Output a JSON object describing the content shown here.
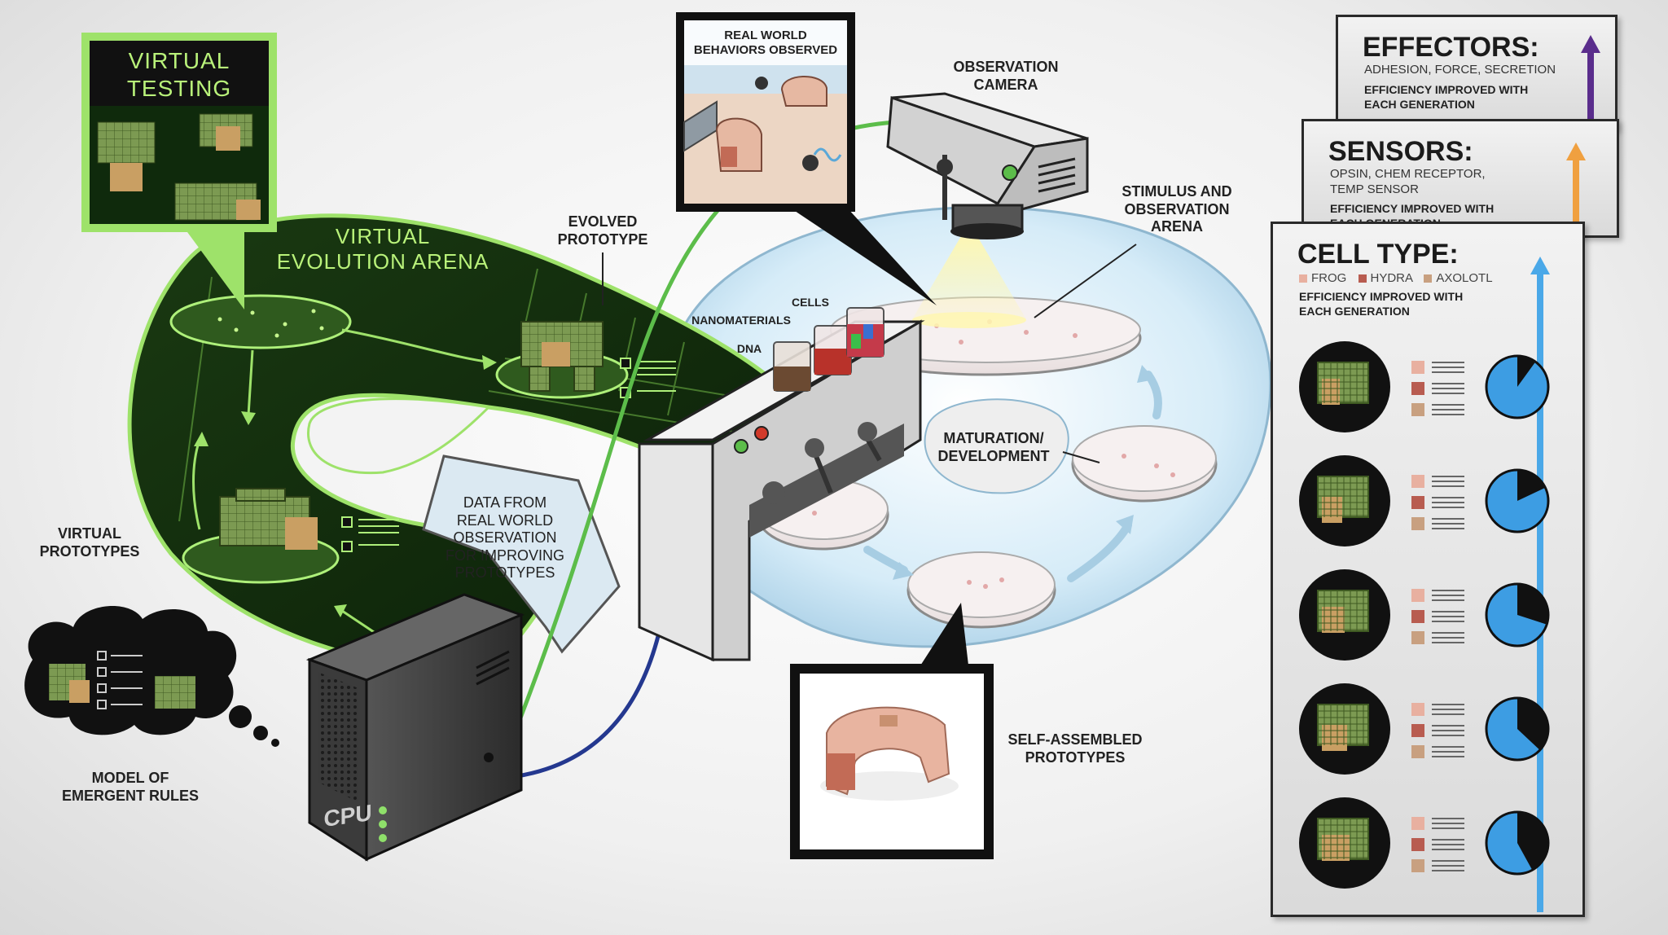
{
  "labels": {
    "virtual_testing": [
      "VIRTUAL",
      "TESTING"
    ],
    "virtual_evolution_arena": [
      "VIRTUAL",
      "EVOLUTION ARENA"
    ],
    "evolved_prototype": [
      "EVOLVED",
      "PROTOTYPE"
    ],
    "virtual_prototypes": [
      "VIRTUAL",
      "PROTOTYPES"
    ],
    "model_of_emergent_rules": [
      "MODEL OF",
      "EMERGENT RULES"
    ],
    "data_from_real_world": [
      "DATA FROM",
      "REAL WORLD",
      "OBSERVATION",
      "FOR IMPROVING",
      "PROTOTYPES"
    ],
    "real_world_behaviors": [
      "REAL WORLD",
      "BEHAVIORS OBSERVED"
    ],
    "observation_camera": [
      "OBSERVATION",
      "CAMERA"
    ],
    "stimulus_arena": [
      "STIMULUS AND",
      "OBSERVATION",
      "ARENA"
    ],
    "cells": "CELLS",
    "nanomaterials": "NANOMATERIALS",
    "dna": "DNA",
    "maturation": [
      "MATURATION/",
      "DEVELOPMENT"
    ],
    "self_assembled": [
      "SELF-ASSEMBLED",
      "PROTOTYPES"
    ],
    "cpu": "CPU"
  },
  "cards": {
    "effectors": {
      "title": "EFFECTORS:",
      "subtitle": [
        "ADHESION, FORCE, SECRETION"
      ],
      "efficiency": [
        "EFFICIENCY IMPROVED WITH",
        "EACH GENERATION"
      ],
      "arrow_color": "#5a2d8c"
    },
    "sensors": {
      "title": "SENSORS:",
      "subtitle": [
        "OPSIN, CHEM RECEPTOR,",
        "TEMP SENSOR"
      ],
      "efficiency": [
        "EFFICIENCY IMPROVED WITH",
        "EACH GENERATION"
      ],
      "arrow_color": "#f0a040"
    },
    "cell_type": {
      "title": "CELL TYPE:",
      "legend": [
        {
          "label": "FROG",
          "color": "#e8b0a0"
        },
        {
          "label": "HYDRA",
          "color": "#b85c50"
        },
        {
          "label": "AXOLOTL",
          "color": "#c8a080"
        }
      ],
      "efficiency": [
        "EFFICIENCY IMPROVED WITH",
        "EACH GENERATION"
      ],
      "arrow_color": "#4aa8e8",
      "generations": [
        {
          "efficiency_fraction": 0.1
        },
        {
          "efficiency_fraction": 0.18
        },
        {
          "efficiency_fraction": 0.3
        },
        {
          "efficiency_fraction": 0.37
        },
        {
          "efficiency_fraction": 0.42
        }
      ]
    }
  },
  "colors": {
    "arena_green": "#0f2a0c",
    "glow_green": "#9ee26a",
    "real_world_blue": "#d6ecf8",
    "pie_blue": "#3d9de3"
  }
}
